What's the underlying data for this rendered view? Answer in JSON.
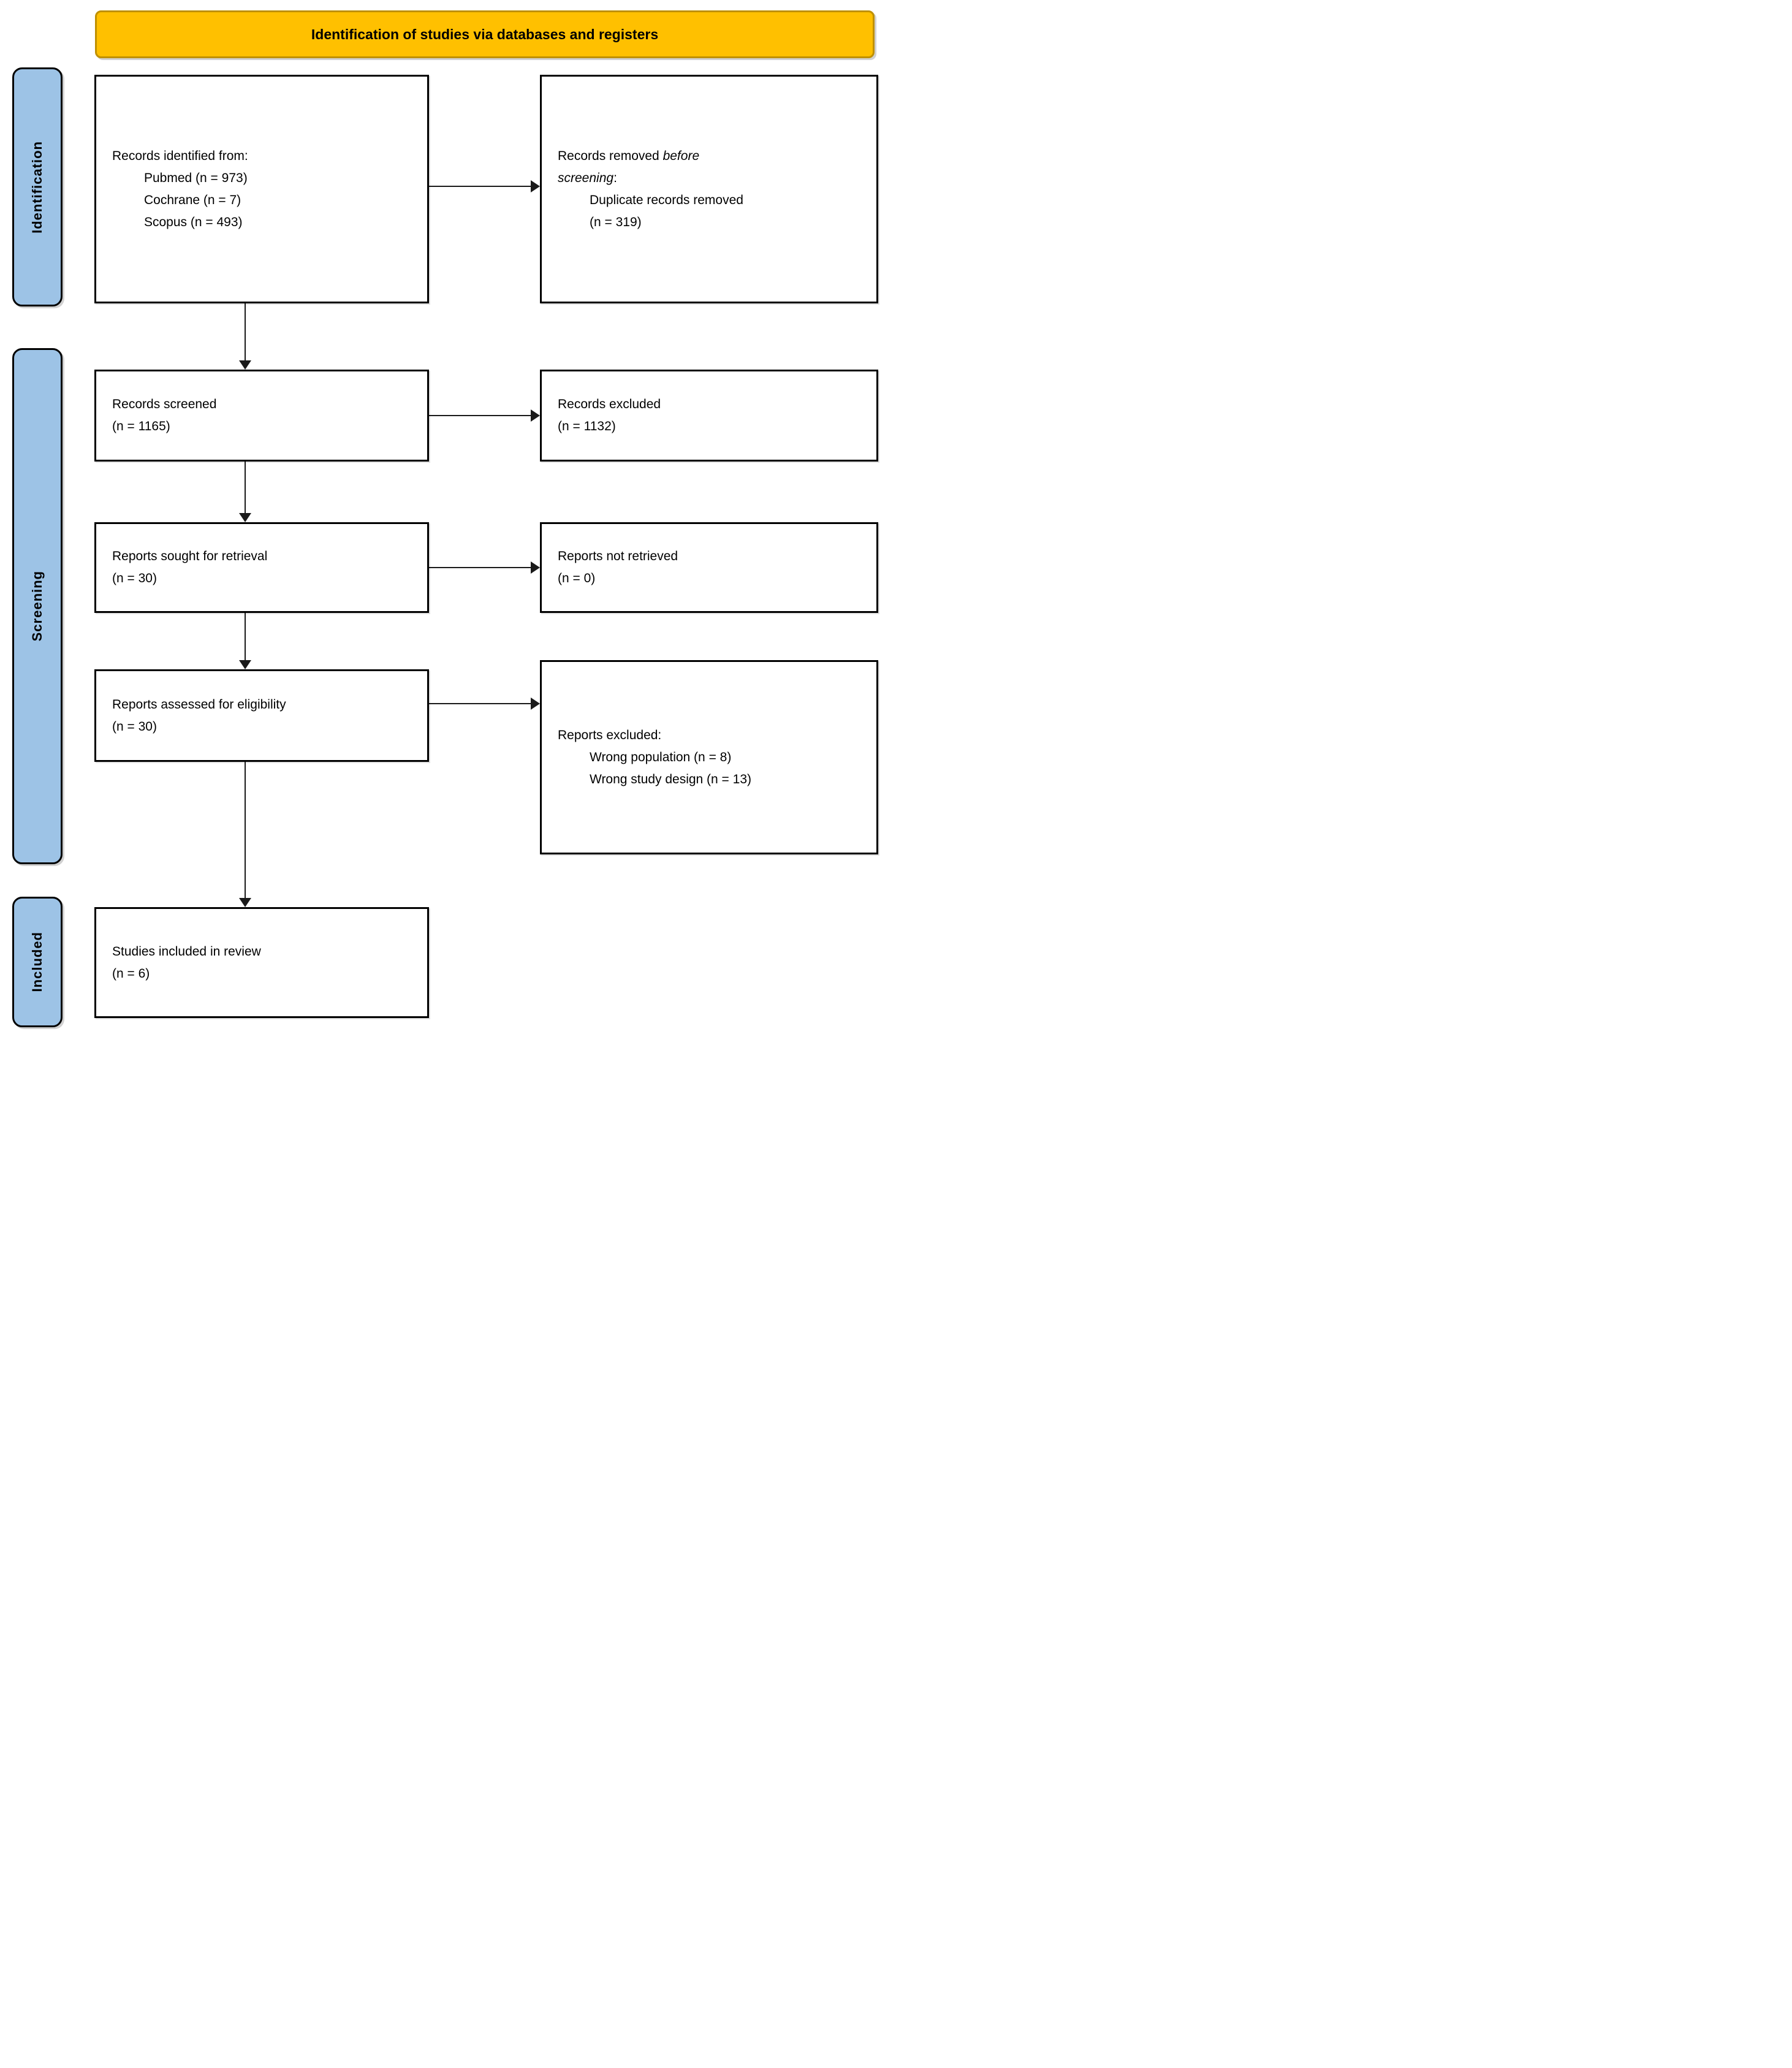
{
  "header": {
    "title": "Identification of studies via databases and registers"
  },
  "stages": [
    {
      "id": "identification",
      "label": "Identification"
    },
    {
      "id": "screening",
      "label": "Screening"
    },
    {
      "id": "included",
      "label": "Included"
    }
  ],
  "boxes": [
    {
      "id": "records-identified",
      "lines": [
        {
          "text": "Records identified from:"
        },
        {
          "text": "Pubmed (n = 973)",
          "indent": 1
        },
        {
          "text": "Cochrane (n = 7)",
          "indent": 1
        },
        {
          "text": "Scopus (n = 493)",
          "indent": 1
        }
      ]
    },
    {
      "id": "records-removed",
      "lines": [
        {
          "parts": [
            {
              "text": "Records removed "
            },
            {
              "text": "before",
              "italic": true
            }
          ]
        },
        {
          "parts": [
            {
              "text": "screening",
              "italic": true
            },
            {
              "text": ":"
            }
          ]
        },
        {
          "text": "Duplicate records removed",
          "indent": 1
        },
        {
          "text": "(n = 319)",
          "indent": 1
        }
      ]
    },
    {
      "id": "records-screened",
      "lines": [
        {
          "text": "Records screened"
        },
        {
          "text": "(n = 1165)"
        }
      ]
    },
    {
      "id": "records-excluded",
      "lines": [
        {
          "text": "Records excluded"
        },
        {
          "text": "(n = 1132)"
        }
      ]
    },
    {
      "id": "reports-sought",
      "lines": [
        {
          "text": "Reports sought for retrieval"
        },
        {
          "text": "(n = 30)"
        }
      ]
    },
    {
      "id": "reports-not-retrieved",
      "lines": [
        {
          "text": "Reports not retrieved"
        },
        {
          "text": "(n = 0)"
        }
      ]
    },
    {
      "id": "reports-assessed",
      "lines": [
        {
          "text": "Reports assessed for eligibility"
        },
        {
          "text": "(n = 30)"
        }
      ]
    },
    {
      "id": "reports-excluded",
      "lines": [
        {
          "text": "Reports excluded:"
        },
        {
          "text": "Wrong population (n = 8)",
          "indent": 1
        },
        {
          "text": "Wrong study design (n = 13)",
          "indent": 1
        }
      ]
    },
    {
      "id": "studies-included",
      "lines": [
        {
          "text": "Studies included in review"
        },
        {
          "text": "(n = 6)"
        }
      ]
    }
  ],
  "colors": {
    "header_fill": "#FFC000",
    "header_border": "#BF9000",
    "stage_fill": "#9DC3E6",
    "stage_border": "#000000",
    "box_fill": "#FFFFFF",
    "box_border": "#000000",
    "arrow": "#1A1A1A"
  }
}
